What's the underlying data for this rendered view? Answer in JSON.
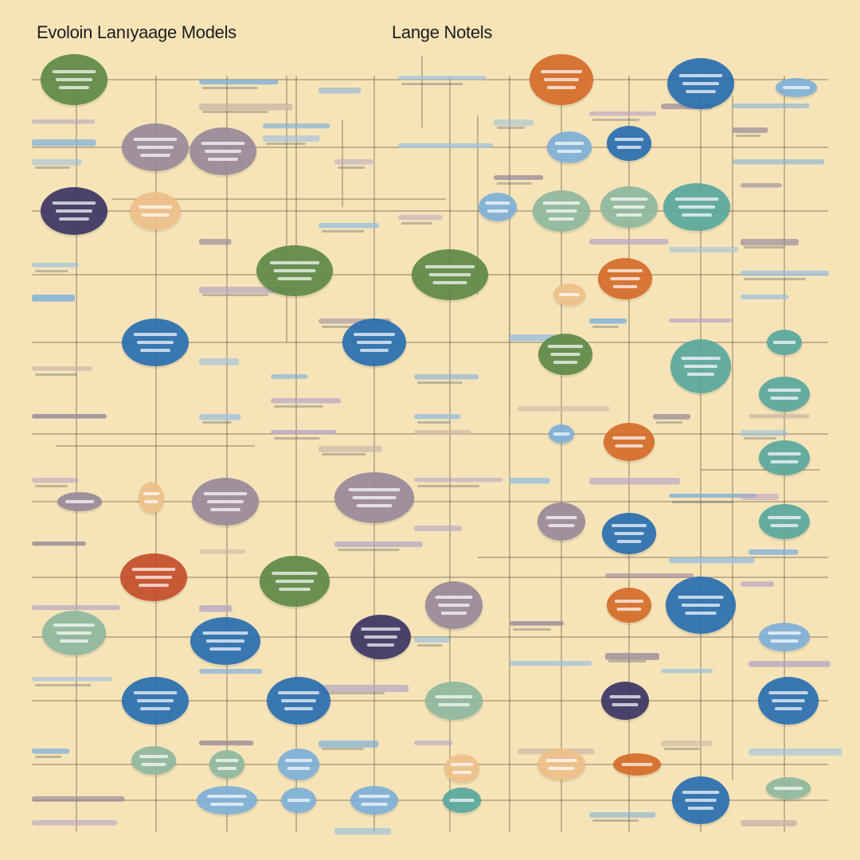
{
  "header": {
    "title_left": "Evoloin Lanıyaage Models",
    "title_right": "Lange Notels"
  },
  "palette": {
    "background": "#f6e4b8",
    "connector": "#6b5a4a",
    "green": "#5f8a4a",
    "purple": "#3e3566",
    "mauve": "#9a8a9a",
    "blue": "#2a6fb2",
    "orange": "#d66d2a",
    "red": "#c64e2c",
    "teal": "#5aa8a0",
    "lightblue": "#7fb0d9",
    "peach": "#efc08a",
    "sage": "#8fb8a0"
  },
  "legibility": "node and sidebar labels are illegible smudged text in the source and are not transcribed"
}
